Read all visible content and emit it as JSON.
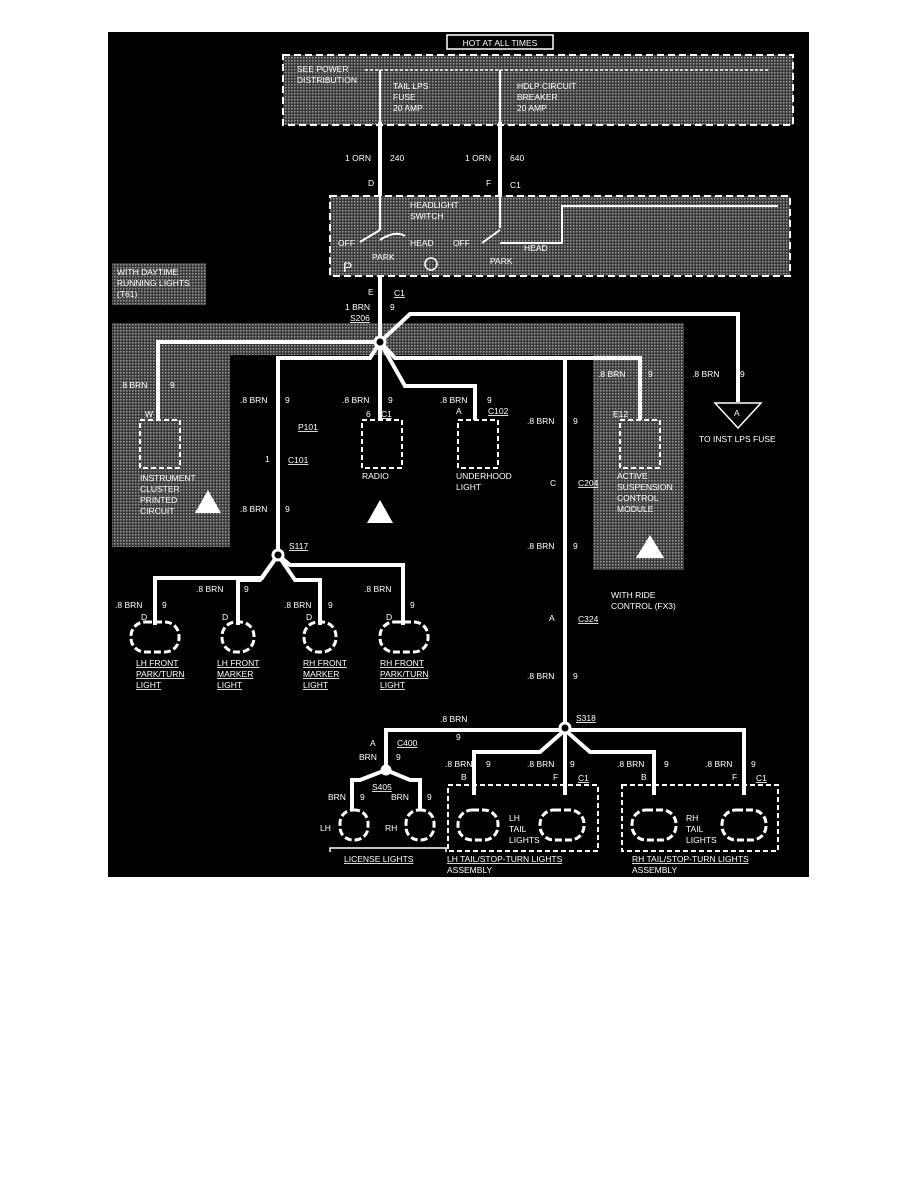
{
  "title": "HOT AT ALL TIMES",
  "fuse_block": {
    "see_power": [
      "SEE POWER",
      "DISTRIBUTION"
    ],
    "tail_fuse": [
      "TAIL LPS",
      "FUSE",
      "20 AMP"
    ],
    "hdlp_breaker": [
      "HDLP CIRCUIT",
      "BREAKER",
      "20 AMP"
    ]
  },
  "wires": {
    "w1_orn": "1 ORN",
    "w1_num": "240",
    "w2_orn": "1 ORN",
    "w2_num": "640",
    "brn1": "1 BRN",
    "brn9": "9",
    "brn8": ".8 BRN",
    "nine": "9",
    "main_brn": ".8 BRN",
    "main_9": "9"
  },
  "headlight_switch": {
    "label": [
      "HEADLIGHT",
      "SWITCH"
    ],
    "pin_d": "D",
    "pin_f": "F",
    "c1": "C1",
    "off1": "OFF",
    "head1": "HEAD",
    "park1": "PARK",
    "off2": "OFF",
    "head2": "HEAD",
    "park2": "PARK",
    "p": "P"
  },
  "daytime_note": [
    "WITH DAYTIME",
    "RUNNING LIGHTS",
    "(T61)"
  ],
  "connectors": {
    "e": "E",
    "c1": "C1",
    "s206": "S206",
    "w": "W",
    "p101": "P101",
    "c101": "C101",
    "pin1": "1",
    "pin6": "6",
    "c1_radio": "C1",
    "a_c102": "A",
    "c102": "C102",
    "e12": "E12",
    "c204_pin": "C",
    "c204": "C204",
    "a_c324": "A",
    "c324": "C324",
    "s117": "S117",
    "s318": "S318",
    "c400_pin": "A",
    "c400": "C400",
    "s405": "S405",
    "b": "B",
    "d": "D",
    "f": "F"
  },
  "components": {
    "cluster": [
      "INSTRUMENT",
      "CLUSTER",
      "PRINTED",
      "CIRCUIT"
    ],
    "radio": "RADIO",
    "underhood": [
      "UNDERHOOD",
      "LIGHT"
    ],
    "active": [
      "ACTIVE",
      "SUSPENSION",
      "CONTROL",
      "MODULE"
    ],
    "inst_fuse": "TO INST LPS FUSE",
    "inst_fuse_pin": "A",
    "ride_note": [
      "WITH RIDE",
      "CONTROL (FX3)"
    ],
    "lh_park": [
      "LH FRONT",
      "PARK/TURN",
      "LIGHT"
    ],
    "lh_marker": [
      "LH FRONT",
      "MARKER",
      "LIGHT"
    ],
    "rh_marker": [
      "RH FRONT",
      "MARKER",
      "LIGHT"
    ],
    "rh_park": [
      "RH FRONT",
      "PARK/TURN",
      "LIGHT"
    ],
    "license": "LICENSE LIGHTS",
    "lh": "LH",
    "rh": "RH",
    "brn": "BRN",
    "lh_tail": [
      "LH",
      "TAIL",
      "LIGHTS"
    ],
    "rh_tail": [
      "RH",
      "TAIL",
      "LIGHTS"
    ],
    "lh_assy": [
      "LH TAIL/STOP-TURN LIGHTS",
      "ASSEMBLY"
    ],
    "rh_assy": [
      "RH TAIL/STOP-TURN LIGHTS",
      "ASSEMBLY"
    ]
  },
  "colors": {
    "background": "#000000",
    "wire": "#ffffff",
    "shade": "#5a5a5a"
  }
}
